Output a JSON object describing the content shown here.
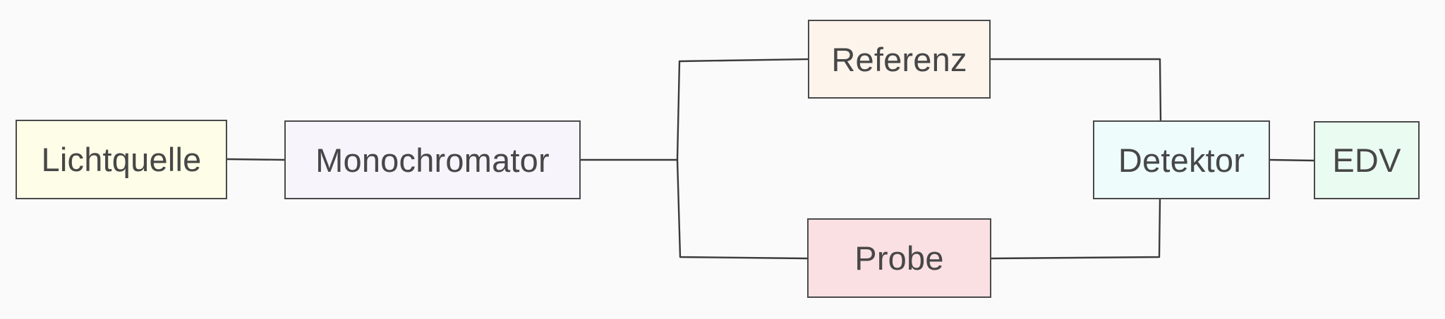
{
  "diagram": {
    "nodes": {
      "lichtquelle": {
        "label": "Lichtquelle",
        "fill": "#fdfde8"
      },
      "monochromator": {
        "label": "Monochromator",
        "fill": "#f8f4fc"
      },
      "referenz": {
        "label": "Referenz",
        "fill": "#fdf4ec"
      },
      "probe": {
        "label": "Probe",
        "fill": "#fbe0e3"
      },
      "detektor": {
        "label": "Detektor",
        "fill": "#effcfc"
      },
      "edv": {
        "label": "EDV",
        "fill": "#eafbf1"
      }
    },
    "edges": [
      {
        "from": "lichtquelle",
        "to": "monochromator"
      },
      {
        "from": "monochromator",
        "to": "referenz"
      },
      {
        "from": "monochromator",
        "to": "probe"
      },
      {
        "from": "referenz",
        "to": "detektor"
      },
      {
        "from": "probe",
        "to": "detektor"
      },
      {
        "from": "detektor",
        "to": "edv"
      }
    ],
    "colors": {
      "background": "#fafafa",
      "line": "#3a3a3a",
      "border": "#4a4a4a",
      "text": "#474747"
    }
  }
}
